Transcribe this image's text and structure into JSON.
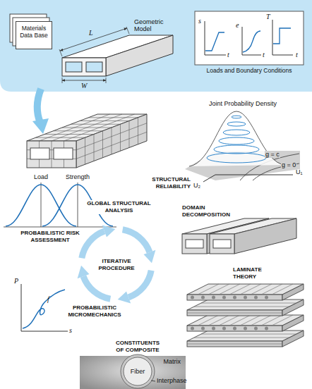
{
  "diagram": {
    "nodes": [
      {
        "text": [
          "Materials Data Base"
        ]
      },
      {
        "text": [
          "Loads and Boundary Conditions"
        ]
      },
      {
        "text": [
          "Matrix"
        ]
      },
      {
        "text": [
          "Fiber"
        ],
        "in": 2
      }
    ],
    "labels": [
      "Geometric Model",
      "L",
      "W",
      "s",
      "t",
      "e",
      "t",
      "T",
      "t",
      "Joint Probability Density",
      "g = c",
      "g = 0",
      "U₁",
      "U₂",
      "Load",
      "Strength",
      "STRUCTURAL RELIABILITY",
      "GLOBAL STRUCTURAL ANALYSIS",
      "DOMAIN DECOMPOSITION",
      "PROBABILISTIC RISK ASSESSMENT",
      "ITERATIVE PROCEDURE",
      "LAMINATE THEORY",
      "P",
      "f",
      "s",
      "PROBABILISTIC MICROMECHANICS",
      "CONSTITUENTS OF COMPOSITE",
      "Interphase"
    ]
  }
}
